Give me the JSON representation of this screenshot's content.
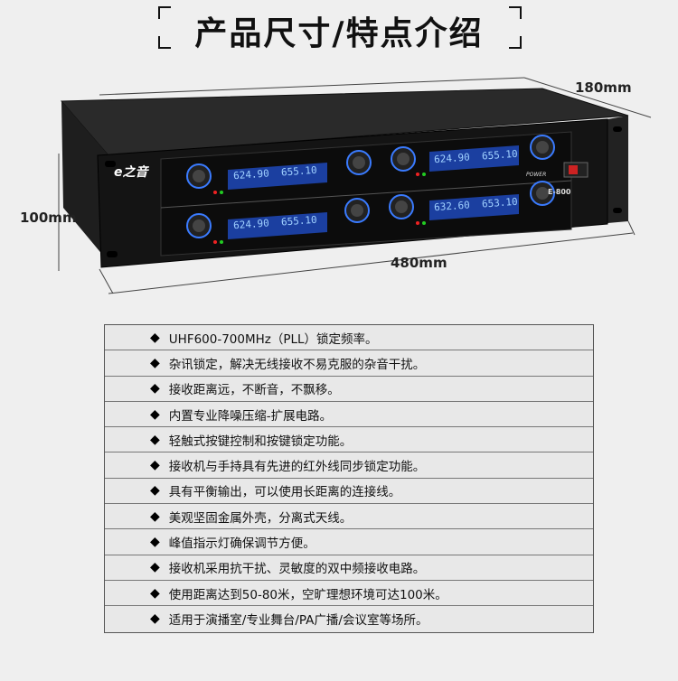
{
  "header": {
    "title": "产品尺寸/特点介绍"
  },
  "device": {
    "dimensions": {
      "depth": "180mm",
      "height": "100mm",
      "width": "480mm"
    },
    "brand_logo": "e之音",
    "model": "E-800",
    "channels": [
      {
        "freq_a": "624.90",
        "freq_b": "655.10"
      },
      {
        "freq_a": "624.90",
        "freq_b": "655.10"
      },
      {
        "freq_a": "624.90",
        "freq_b": "655.10"
      },
      {
        "freq_a": "632.60",
        "freq_b": "653.10"
      }
    ],
    "power_label": "POWER"
  },
  "features": [
    "UHF600-700MHz（PLL）锁定频率。",
    "杂讯锁定，解决无线接收不易克服的杂音干扰。",
    "接收距离远，不断音，不飘移。",
    "内置专业降噪压缩-扩展电路。",
    "轻触式按键控制和按键锁定功能。",
    "接收机与手持具有先进的红外线同步锁定功能。",
    "具有平衡输出，可以使用长距离的连接线。",
    "美观坚固金属外壳，分离式天线。",
    "峰值指示灯确保调节方便。",
    "接收机采用抗干扰、灵敏度的双中频接收电路。",
    "使用距离达到50-80米，空旷理想环境可达100米。",
    "适用于演播室/专业舞台/PA广播/会议室等场所。"
  ]
}
